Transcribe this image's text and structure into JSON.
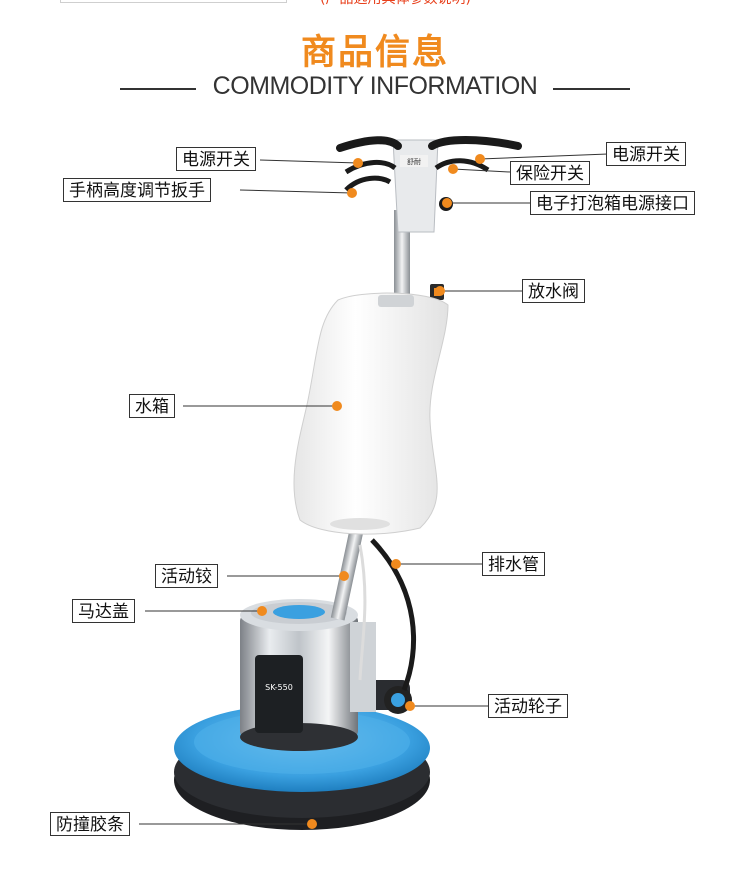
{
  "header": {
    "top_note": "(产品选用具体参数说明)",
    "title": "商品信息",
    "subtitle": "COMMODITY INFORMATION"
  },
  "callouts": {
    "power_switch_left": "电源开关",
    "handle_height_wrench": "手柄高度调节扳手",
    "power_switch_right": "电源开关",
    "safety_switch": "保险开关",
    "foam_box_socket": "电子打泡箱电源接口",
    "drain_valve": "放水阀",
    "water_tank": "水箱",
    "drain_pipe": "排水管",
    "swivel_hinge": "活动铰",
    "motor_cover": "马达盖",
    "swivel_wheel": "活动轮子",
    "bumper_strip": "防撞胶条"
  },
  "product": {
    "model": "SK-550",
    "brand": "舒耐"
  },
  "colors": {
    "title": "#f08a1e",
    "dot": "#f08a1e",
    "base_blue": "#3aa0e0",
    "tank_white": "#f7f7f7"
  }
}
